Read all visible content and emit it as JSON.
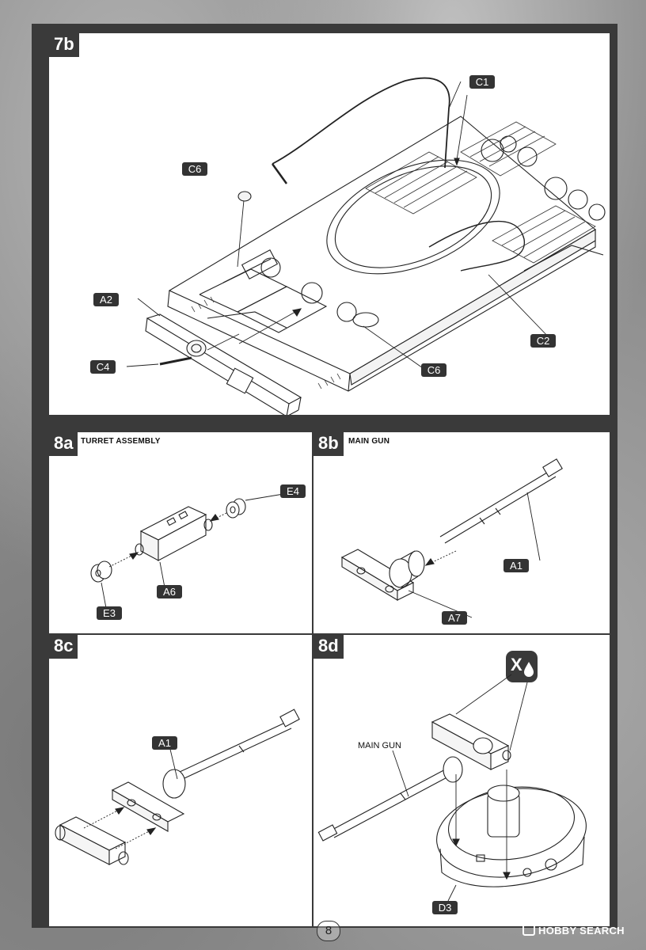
{
  "page_number": "8",
  "brand": "HOBBY SEARCH",
  "steps": {
    "s7b": {
      "label": "7b",
      "parts": {
        "c1": "C1",
        "c6a": "C6",
        "a2": "A2",
        "c4": "C4",
        "c2": "C2",
        "c6b": "C6"
      }
    },
    "s8a": {
      "label": "8a",
      "title": "TURRET ASSEMBLY",
      "parts": {
        "e4": "E4",
        "e3": "E3",
        "a6": "A6"
      }
    },
    "s8b": {
      "label": "8b",
      "title": "MAIN GUN",
      "parts": {
        "a1": "A1",
        "a7": "A7"
      }
    },
    "s8c": {
      "label": "8c",
      "parts": {
        "a1": "A1"
      }
    },
    "s8d": {
      "label": "8d",
      "main_gun_label": "MAIN GUN",
      "parts": {
        "d3": "D3"
      },
      "symbol": "X"
    }
  }
}
